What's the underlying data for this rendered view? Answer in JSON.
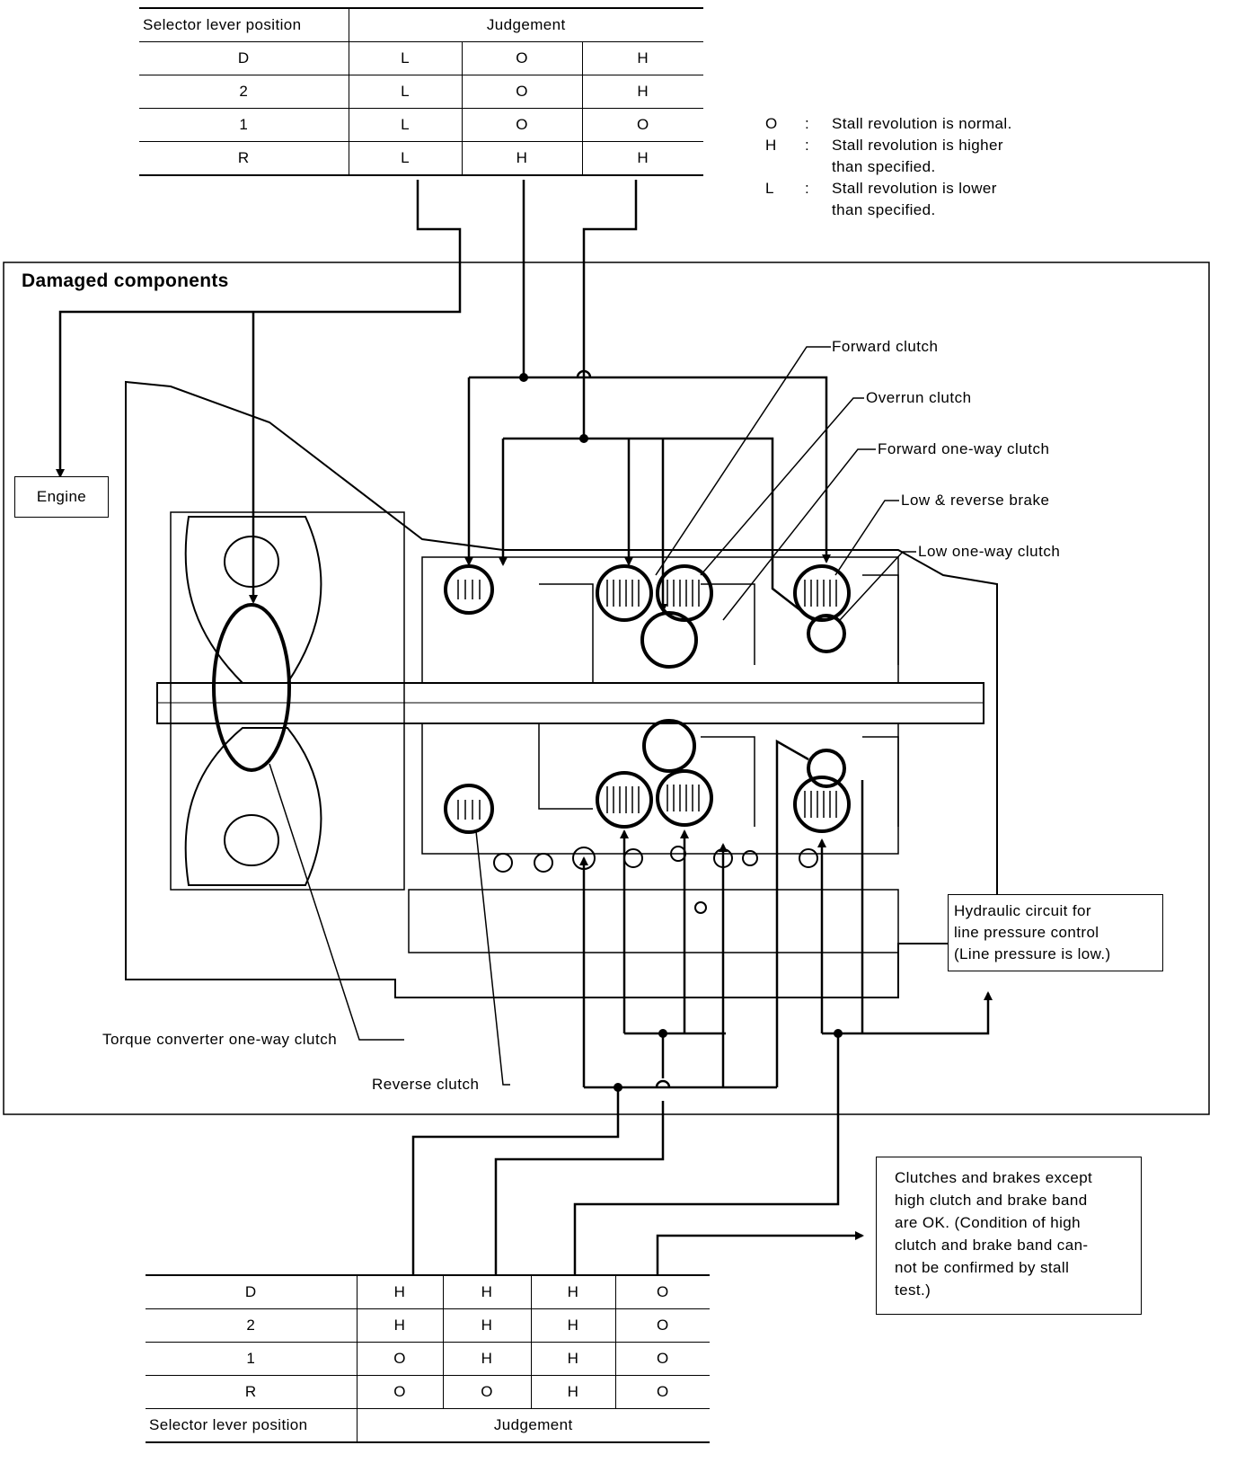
{
  "top_table": {
    "header_selector": "Selector lever position",
    "header_judgement": "Judgement",
    "rows": [
      {
        "pos": "D",
        "c1": "L",
        "c2": "O",
        "c3": "H"
      },
      {
        "pos": "2",
        "c1": "L",
        "c2": "O",
        "c3": "H"
      },
      {
        "pos": "1",
        "c1": "L",
        "c2": "O",
        "c3": "O"
      },
      {
        "pos": "R",
        "c1": "L",
        "c2": "H",
        "c3": "H"
      }
    ]
  },
  "legend": [
    {
      "key": "O",
      "sep": ":",
      "text": "Stall revolution is normal."
    },
    {
      "key": "H",
      "sep": ":",
      "text": "Stall revolution is higher\nthan specified."
    },
    {
      "key": "L",
      "sep": ":",
      "text": "Stall revolution is lower\nthan specified."
    }
  ],
  "section_title": "Damaged components",
  "engine_label": "Engine",
  "component_labels": {
    "forward_clutch": "Forward clutch",
    "overrun_clutch": "Overrun clutch",
    "forward_one_way_clutch": "Forward one-way clutch",
    "low_reverse_brake": "Low & reverse brake",
    "low_one_way_clutch": "Low one-way clutch",
    "torque_converter_one_way_clutch": "Torque converter one-way clutch",
    "reverse_clutch": "Reverse clutch"
  },
  "hydraulic_box": "Hydraulic circuit for\nline pressure control\n(Line pressure is low.)",
  "ok_box": "Clutches and brakes except\nhigh clutch and brake band\nare OK. (Condition of high\nclutch and brake band can-\nnot be confirmed by stall\ntest.)",
  "bottom_table": {
    "footer_selector": "Selector lever position",
    "footer_judgement": "Judgement",
    "rows": [
      {
        "pos": "D",
        "c1": "H",
        "c2": "H",
        "c3": "H",
        "c4": "O"
      },
      {
        "pos": "2",
        "c1": "H",
        "c2": "H",
        "c3": "H",
        "c4": "O"
      },
      {
        "pos": "1",
        "c1": "O",
        "c2": "H",
        "c3": "H",
        "c4": "O"
      },
      {
        "pos": "R",
        "c1": "O",
        "c2": "O",
        "c3": "H",
        "c4": "O"
      }
    ]
  }
}
